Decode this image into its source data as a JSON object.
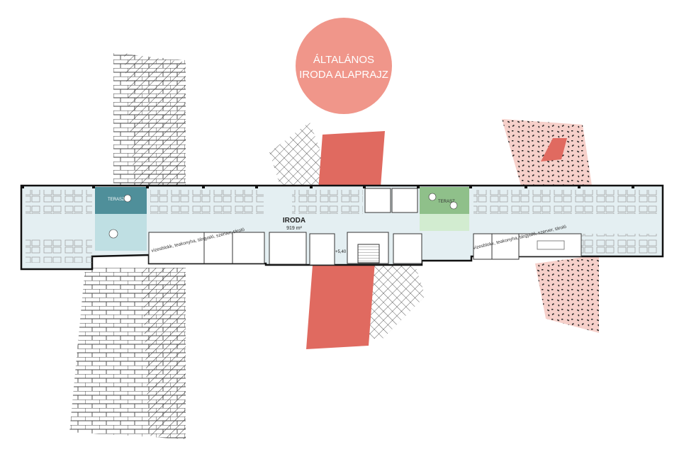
{
  "title": {
    "line1": "ÁLTALÁNOS",
    "line2": "IRODA ALAPRAJZ"
  },
  "plan": {
    "main_room": "IRODA",
    "main_area": "919 m²",
    "terrace_left": "TERASZ",
    "terrace_right": "TERASZ",
    "core_label_left": "vizesblokk, teakonyha, tárgyaló, szerver, tároló",
    "core_label_right": "vizesblokk, teakonyha, tárgyaló, szerver, tároló",
    "level": "+5,40"
  },
  "colors": {
    "title_circle": "#f0968a",
    "red_block": "#e06a60",
    "pink_field": "#f6d0ca",
    "terrace_teal": "#4f8f9a",
    "terrace_green": "#8fc08a",
    "floor_tint": "#e4eff2"
  }
}
